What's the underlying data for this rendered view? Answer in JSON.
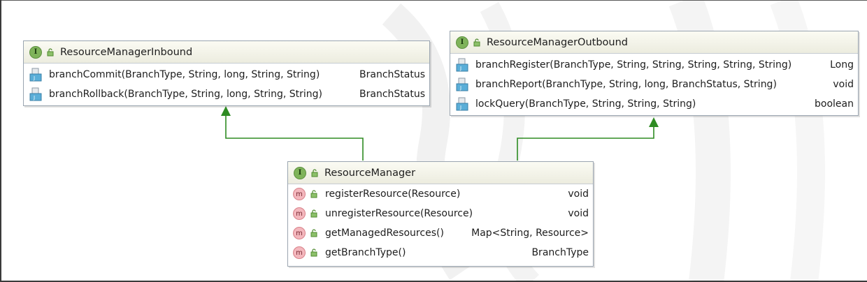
{
  "colors": {
    "header_bg": "#ececdf",
    "border": "#9aa5b0",
    "interface_badge": "#7fb35a",
    "method_badge": "#f3b7bd",
    "inheritance_arrow": "#2e8b22"
  },
  "icons": {
    "interface": "interface-icon",
    "visibility": "public-lock-icon",
    "method_java": "java-method-icon",
    "method": "method-icon"
  },
  "inbound": {
    "badge": "I",
    "title": "ResourceManagerInbound",
    "methods": [
      {
        "name": "branchCommit(BranchType, String, long, String, String)",
        "returns": "BranchStatus"
      },
      {
        "name": "branchRollback(BranchType, String, long, String, String)",
        "returns": "BranchStatus"
      }
    ]
  },
  "outbound": {
    "badge": "I",
    "title": "ResourceManagerOutbound",
    "methods": [
      {
        "name": "branchRegister(BranchType, String, String, String, String, String)",
        "returns": "Long"
      },
      {
        "name": "branchReport(BranchType, String, long, BranchStatus, String)",
        "returns": "void"
      },
      {
        "name": "lockQuery(BranchType, String, String, String)",
        "returns": "boolean"
      }
    ]
  },
  "manager": {
    "badge": "I",
    "method_badge": "m",
    "title": "ResourceManager",
    "methods": [
      {
        "name": "registerResource(Resource)",
        "returns": "void"
      },
      {
        "name": "unregisterResource(Resource)",
        "returns": "void"
      },
      {
        "name": "getManagedResources()",
        "returns": "Map<String, Resource>"
      },
      {
        "name": "getBranchType()",
        "returns": "BranchType"
      }
    ]
  }
}
